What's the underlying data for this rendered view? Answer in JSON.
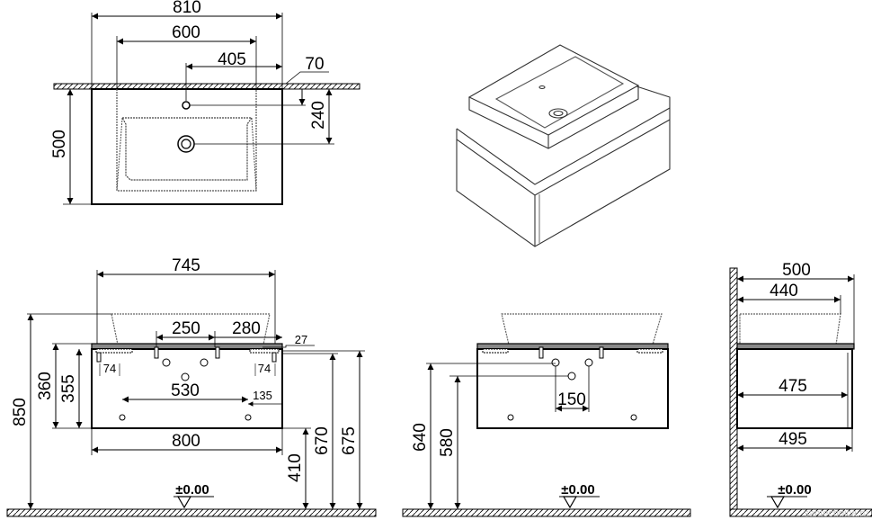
{
  "top_view": {
    "d810": "810",
    "d600": "600",
    "d405": "405",
    "d70": "70",
    "d240": "240",
    "d500": "500"
  },
  "front_view": {
    "d745": "745",
    "d250": "250",
    "d280": "280",
    "d27": "27",
    "d74a": "74",
    "d74b": "74",
    "d360": "360",
    "d355": "355",
    "d530": "530",
    "d135": "135",
    "d850": "850",
    "d800": "800",
    "d410": "410",
    "d670": "670",
    "d675": "675",
    "zero": "±0.00"
  },
  "middle_view": {
    "d640": "640",
    "d580": "580",
    "d150": "150",
    "zero": "±0.00"
  },
  "side_view": {
    "d500": "500",
    "d440": "440",
    "d475": "475",
    "d495": "495",
    "zero": "±0.00"
  },
  "watermark": "santechnica.ru"
}
